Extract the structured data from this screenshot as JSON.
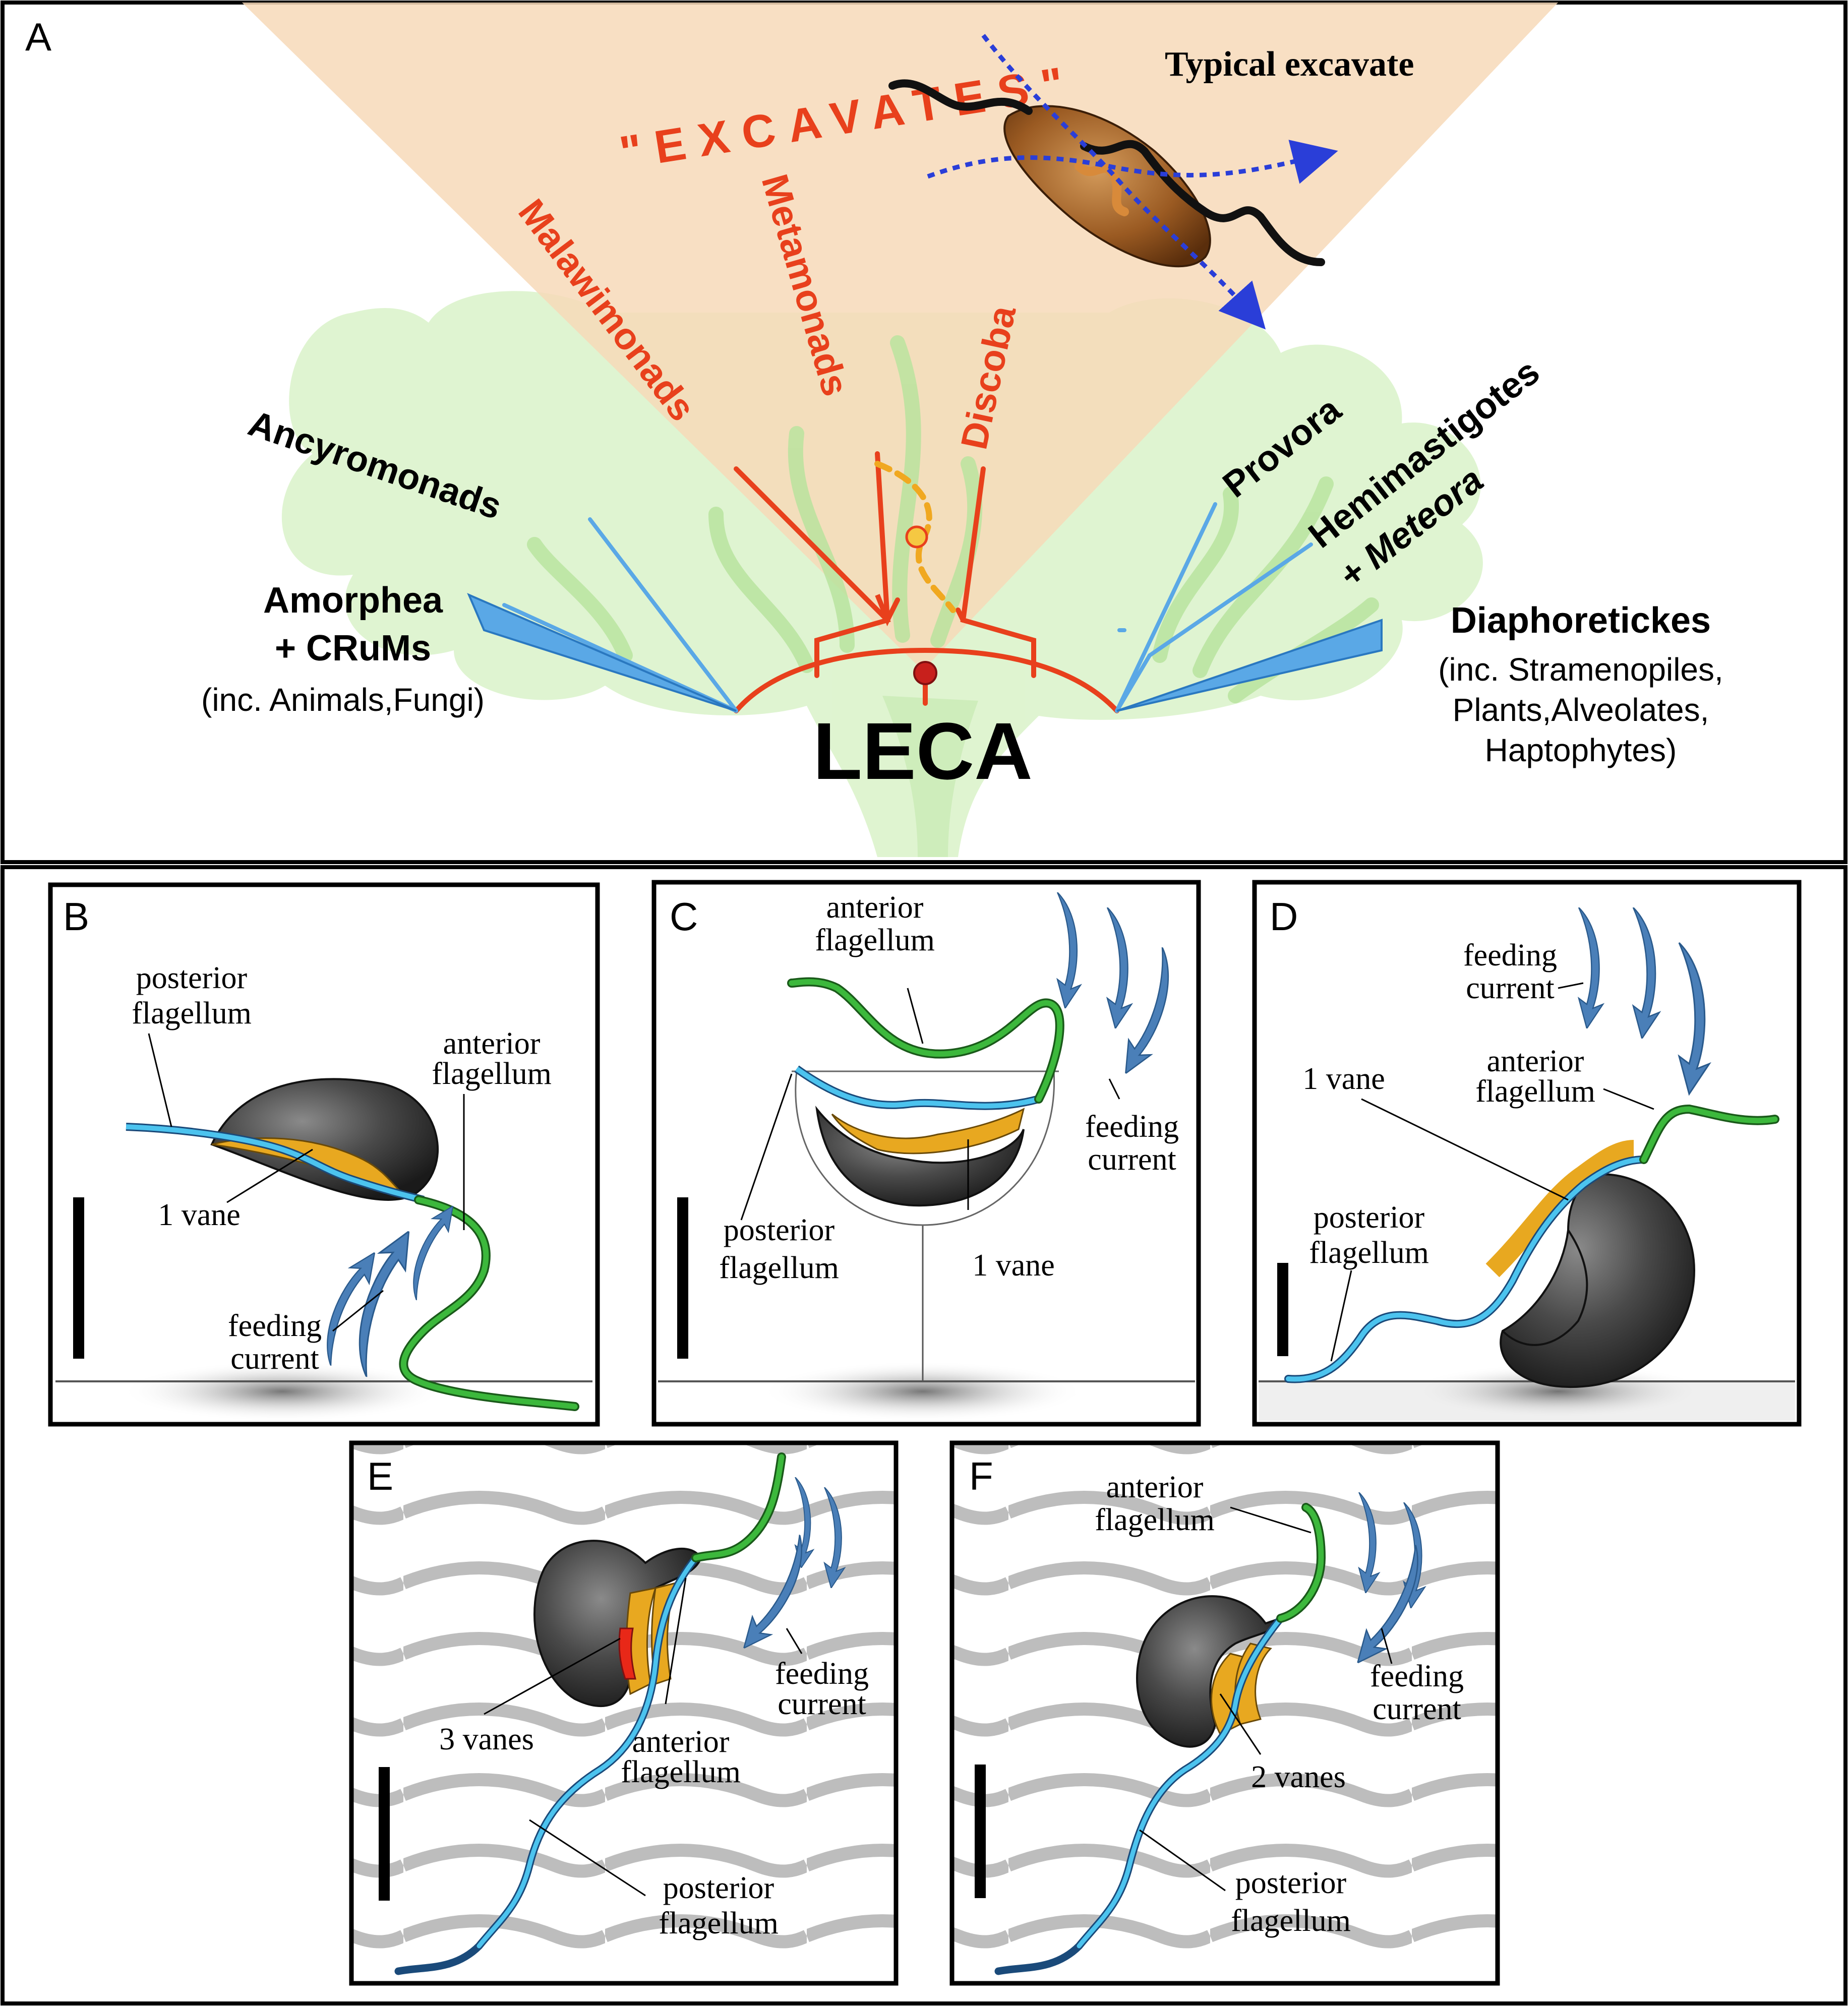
{
  "panelA": {
    "letter": "A",
    "excavates_label": "\"EXCAVATES\"",
    "typical_excavate": "Typical excavate",
    "leca": "LECA",
    "clades": {
      "malawimonads": "Malawimonads",
      "metamonads": "Metamonads",
      "discoba": "Discoba",
      "ancyromonads": "Ancyromonads",
      "provora": "Provora",
      "hemimastigotes_1": "Hemimastigotes",
      "hemimastigotes_2": "+ Meteora",
      "amorphea_1": "Amorphea",
      "amorphea_2": "+ CRuMs",
      "amorphea_3": "(inc. Animals,Fungi)",
      "diaph_1": "Diaphoretickes",
      "diaph_2": "(inc. Stramenopiles,",
      "diaph_3": "Plants,Alveolates,",
      "diaph_4": "Haptophytes)"
    }
  },
  "panelB": {
    "letter": "B",
    "posterior_1": "posterior",
    "posterior_2": "flagellum",
    "anterior_1": "anterior",
    "anterior_2": "flagellum",
    "vane": "1 vane",
    "feeding_1": "feeding",
    "feeding_2": "current"
  },
  "panelC": {
    "letter": "C",
    "anterior_1": "anterior",
    "anterior_2": "flagellum",
    "feeding_1": "feeding",
    "feeding_2": "current",
    "posterior_1": "posterior",
    "posterior_2": "flagellum",
    "vane": "1 vane"
  },
  "panelD": {
    "letter": "D",
    "feeding_1": "feeding",
    "feeding_2": "current",
    "vane": "1 vane",
    "anterior_1": "anterior",
    "anterior_2": "flagellum",
    "posterior_1": "posterior",
    "posterior_2": "flagellum"
  },
  "panelE": {
    "letter": "E",
    "vanes": "3 vanes",
    "anterior_1": "anterior",
    "anterior_2": "flagellum",
    "feeding_1": "feeding",
    "feeding_2": "current",
    "posterior_1": "posterior",
    "posterior_2": "flagellum"
  },
  "panelF": {
    "letter": "F",
    "anterior_1": "anterior",
    "anterior_2": "flagellum",
    "feeding_1": "feeding",
    "feeding_2": "current",
    "vanes": "2 vanes",
    "posterior_1": "posterior",
    "posterior_2": "flagellum"
  },
  "colors": {
    "excavate_red": "#e8401c",
    "other_blue": "#5aa8e6",
    "cone_peach": "#f7d9b8",
    "cloud_green": "#d6f0c4",
    "cell_dark": "#3a3a3a",
    "vane_yellow": "#e8a820",
    "posterior_cyan": "#4cc3ee",
    "anterior_green": "#3cb83c",
    "arrow_blue": "#4a7fb8"
  }
}
